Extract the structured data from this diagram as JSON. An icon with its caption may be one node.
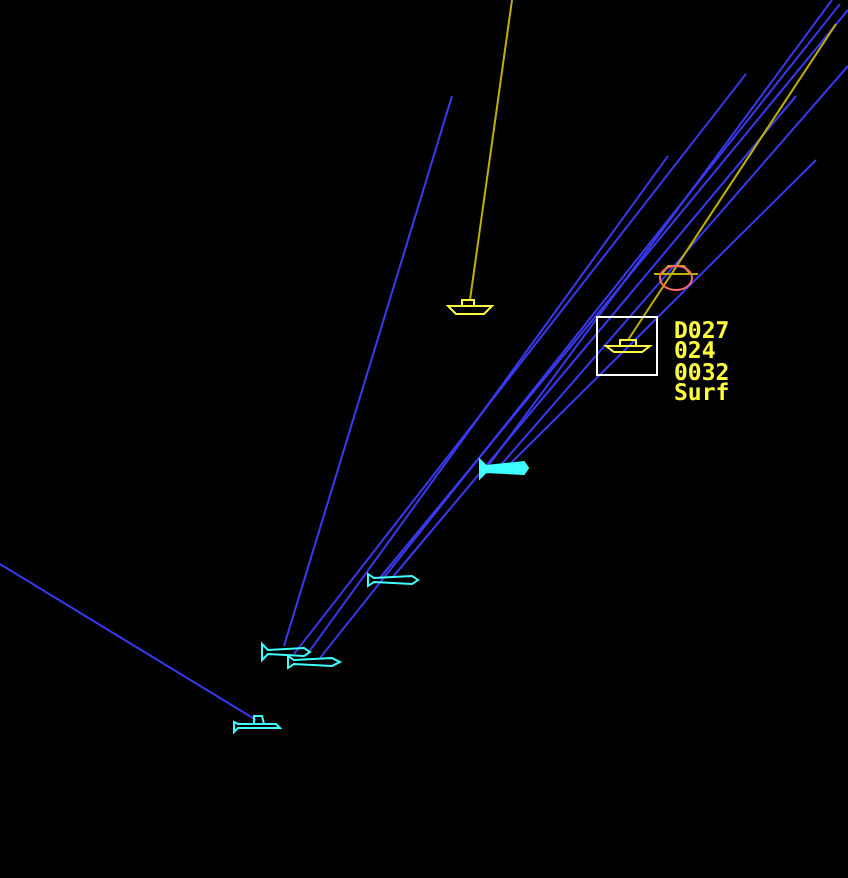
{
  "diagram": {
    "labels": [
      "D027",
      "024",
      "0032",
      "Surf"
    ]
  }
}
